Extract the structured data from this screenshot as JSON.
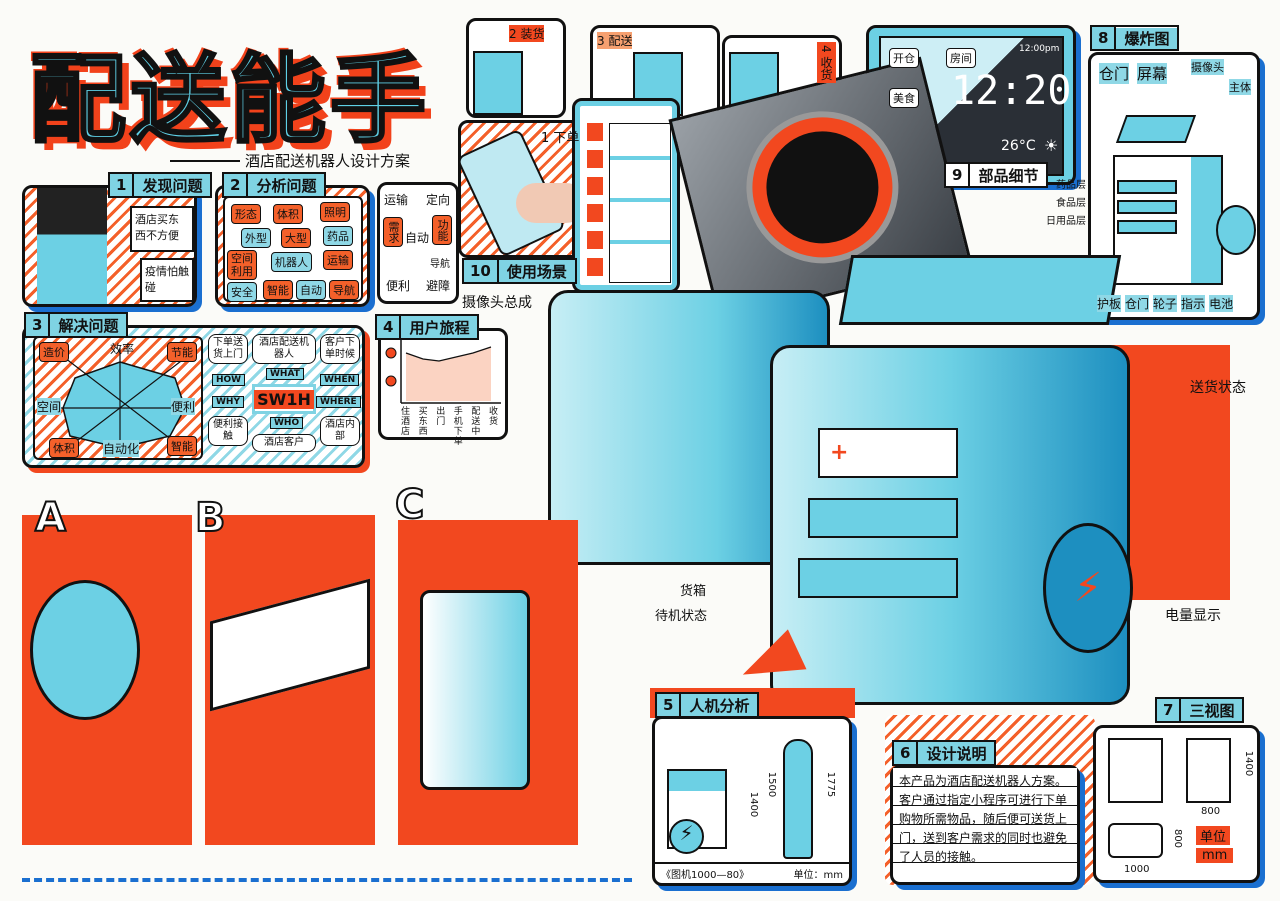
{
  "title": "配送能手",
  "subtitle": "酒店配送机器人设计方案",
  "p1": {
    "num": "1",
    "label": "发现问题",
    "bubble1": "酒店买东西不方便",
    "bubble2": "疫情怕触碰"
  },
  "p2": {
    "num": "2",
    "label": "分析问题",
    "tags": [
      "形态",
      "体积",
      "照明",
      "外型",
      "大型",
      "药品",
      "空间利用",
      "机器人",
      "运输",
      "智能",
      "安全",
      "自动",
      "导航"
    ],
    "needs": [
      "运输",
      "定向",
      "需求",
      "自动",
      "功能",
      "导航",
      "便利",
      "避障"
    ]
  },
  "p3": {
    "num": "3",
    "label": "解决问题",
    "radar": [
      "造价",
      "效率",
      "节能",
      "空间",
      "便利",
      "体积",
      "自动化",
      "智能"
    ],
    "hex": {
      "center": "SW1H",
      "what": "WHAT",
      "when": "WHEN",
      "where": "WHERE",
      "who": "WHO",
      "why": "WHY",
      "how": "HOW",
      "cells": [
        "酒店配送机器人",
        "客户下单时候",
        "酒店内部",
        "酒店客户",
        "便利接触",
        "下单送货上门"
      ]
    }
  },
  "p4": {
    "num": "4",
    "label": "用户旅程",
    "stages": [
      "住酒店",
      "买东西",
      "出门",
      "手机下单",
      "配送中",
      "收货"
    ]
  },
  "p10": {
    "num": "10",
    "label": "使用场景",
    "steps": [
      "1 下单",
      "2 装货",
      "3 配送",
      "4 收货"
    ]
  },
  "p9": {
    "num": "9",
    "label": "部品细节",
    "btn1": "开仓",
    "btn2": "房间",
    "btn3": "美食",
    "time_small": "12:00pm",
    "time_big": "12:20",
    "temp": "26°C"
  },
  "p8": {
    "num": "8",
    "label": "爆炸图",
    "top": [
      "仓门",
      "屏幕",
      "摄像头",
      "主体"
    ],
    "layers": [
      "药品层",
      "食品层",
      "日用品层"
    ],
    "bottom": [
      "护板",
      "仓门",
      "轮子",
      "指示",
      "电池"
    ]
  },
  "annotations": {
    "camera": "摄像头总成",
    "delivery": "送货状态",
    "box": "货箱",
    "standby": "待机状态",
    "battery": "电量显示"
  },
  "sketches": [
    "A",
    "B",
    "C"
  ],
  "p5": {
    "num": "5",
    "label": "人机分析",
    "d1": "1400",
    "d2": "1500",
    "d3": "1775",
    "caption": "《图机1000—80》",
    "unit": "单位：mm"
  },
  "p6": {
    "num": "6",
    "label": "设计说明",
    "text": "本产品为酒店配送机器人方案。客户通过指定小程序可进行下单购物所需物品，随后便可送货上门，送到客户需求的同时也避免了人员的接触。"
  },
  "p7": {
    "num": "7",
    "label": "三视图",
    "h": "1400",
    "w1": "800",
    "d": "800",
    "w2": "1000",
    "unit1": "单位",
    "unit2": "mm"
  },
  "colors": {
    "cyan": "#6cd0e4",
    "orange": "#f2481f",
    "blue": "#1a6fd0"
  }
}
